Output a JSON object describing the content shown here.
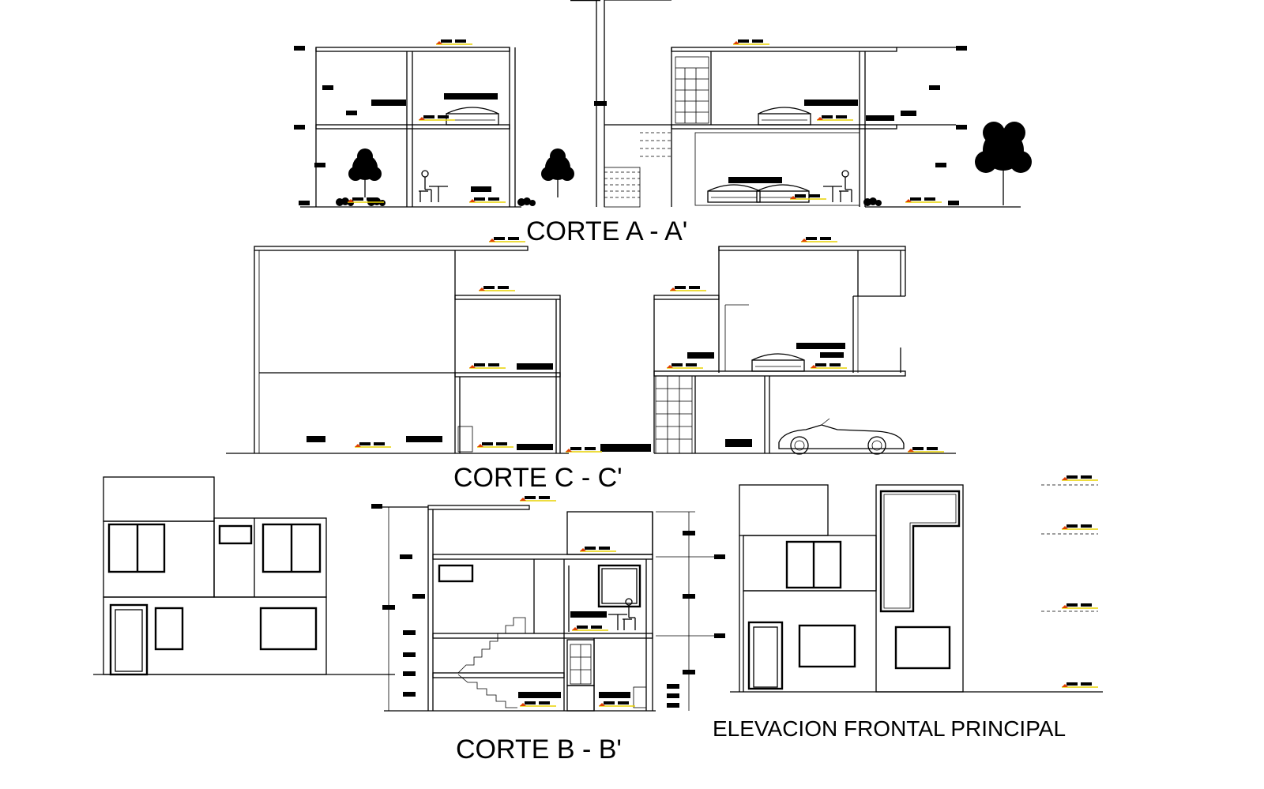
{
  "titles": {
    "corte_aa": "CORTE  A - A'",
    "corte_cc": "CORTE  C - C'",
    "corte_bb": "CORTE  B - B'",
    "elevacion": "ELEVACION FRONTAL PRINCIPAL"
  },
  "colors": {
    "linework": "#000000",
    "level_marker": "#e8d200",
    "level_arrow": "#e04000",
    "background": "#ffffff"
  }
}
